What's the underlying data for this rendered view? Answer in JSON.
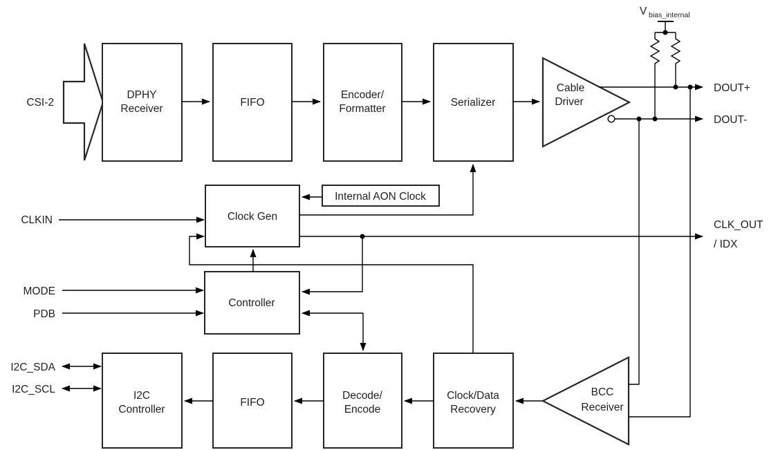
{
  "blocks": {
    "dphy_receiver": {
      "lines": [
        "DPHY",
        "Receiver"
      ]
    },
    "fifo_top": {
      "label": "FIFO"
    },
    "encoder": {
      "lines": [
        "Encoder/",
        "Formatter"
      ]
    },
    "serializer": {
      "label": "Serializer"
    },
    "cable_driver": {
      "lines": [
        "Cable",
        "Driver"
      ]
    },
    "clock_gen": {
      "label": "Clock Gen"
    },
    "aon_clock": {
      "label": "Internal AON Clock"
    },
    "controller": {
      "label": "Controller"
    },
    "i2c_controller": {
      "lines": [
        "I2C",
        "Controller"
      ]
    },
    "fifo_bottom": {
      "label": "FIFO"
    },
    "decode_encode": {
      "lines": [
        "Decode/",
        "Encode"
      ]
    },
    "clock_data_recovery": {
      "lines": [
        "Clock/Data",
        "Recovery"
      ]
    },
    "bcc_receiver": {
      "lines": [
        "BCC",
        "Receiver"
      ]
    }
  },
  "ports": {
    "csi2": "CSI-2",
    "clkin": "CLKIN",
    "mode": "MODE",
    "pdb": "PDB",
    "i2c_sda": "I2C_SDA",
    "i2c_scl": "I2C_SCL",
    "dout_plus": "DOUT+",
    "dout_minus": "DOUT-",
    "clk_out": [
      "CLK_OUT",
      "/ IDX"
    ],
    "vbias": {
      "main": "V",
      "sub": "bias_internal"
    }
  },
  "colors": {
    "line": "#000000",
    "box_stroke": "#262626",
    "text": "#1f1f1f",
    "fill": "#ffffff",
    "bg": "#ffffff"
  }
}
